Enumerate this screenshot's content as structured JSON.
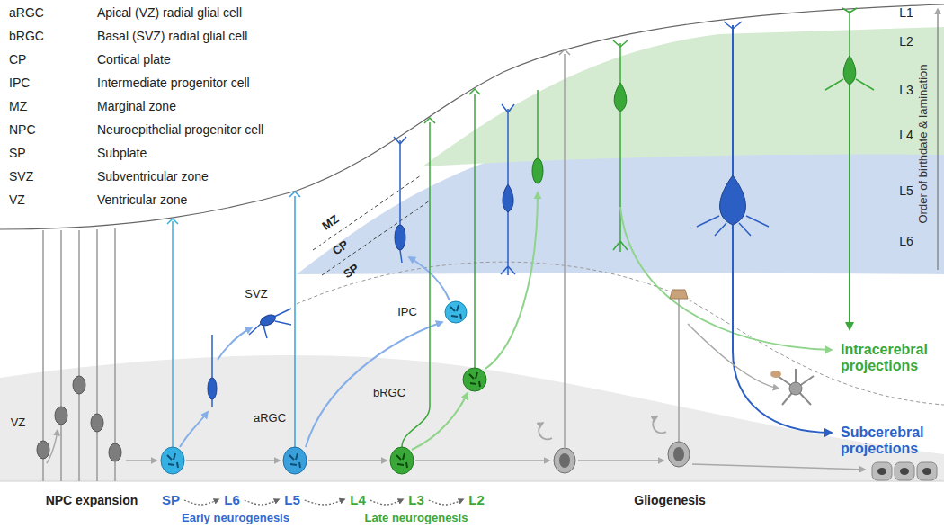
{
  "diagram": {
    "nodes": [
      {
        "text": [
          "SP"
        ]
      },
      {
        "text": [
          "L6"
        ]
      },
      {
        "text": [
          "L5"
        ]
      },
      {
        "text": [
          "L4"
        ]
      },
      {
        "text": [
          "L3"
        ]
      },
      {
        "text": [
          "L2"
        ]
      }
    ],
    "edges": [
      {
        "from": 0,
        "to": 1,
        "arrow": "to"
      },
      {
        "from": 1,
        "to": 2,
        "arrow": "to"
      },
      {
        "from": 2,
        "to": 3,
        "arrow": "to"
      },
      {
        "from": 3,
        "to": 4,
        "arrow": "to"
      },
      {
        "from": 4,
        "to": 5,
        "arrow": "to"
      }
    ],
    "labels": [
      "aRGC",
      "Apical (VZ) radial glial cell",
      "bRGC",
      "Basal (SVZ) radial glial cell",
      "CP",
      "Cortical plate",
      "IPC",
      "Intermediate progenitor cell",
      "MZ",
      "Marginal zone",
      "NPC",
      "Neuroepithelial progenitor cell",
      "SP",
      "Subplate",
      "SVZ",
      "Subventricular zone",
      "VZ",
      "Ventricular zone",
      "L1",
      "L2",
      "L3",
      "L4",
      "L5",
      "L6",
      "Order of birthdate & lamination",
      "MZ",
      "CP",
      "SP",
      "SVZ",
      "IPC",
      "bRGC",
      "aRGC",
      "VZ",
      "Intracerebral projections",
      "Subcerebral projections",
      "NPC expansion",
      "Early neurogenesis",
      "Late neurogenesis",
      "Gliogenesis"
    ]
  }
}
